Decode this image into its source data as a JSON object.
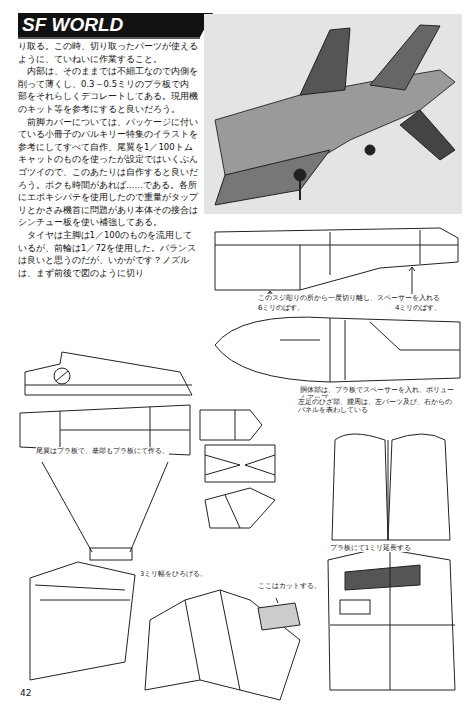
{
  "diagram": {
    "title": "SF WORLD",
    "labels": [
      "り取る。この時、切り取ったパーツが使えるように、ていねいに作業すること。",
      "内部は、そのままでは不細工なので内側を削って薄くし、0.3～0.5ミリのプラ板で内部をそれらしくデコレートしてある。現用機のキット等を参考にすると良いだろう。",
      "前脚カバーについては、パッケージに付いている小冊子のバルキリー特集のイラストを参考にしてすべて自作、尾翼を1／100トムキャットのものを使ったが設定ではいくぶんゴツイので、このあたりは自作すると良いだろう。ボクも時間があれば……である。各所にエポキシパテを使用したので重量がタップリとかさみ機首に問題があり本体その接合はシンチュー板を使い補強してある。",
      "タイヤは主脚は1／100のものを流用しているが、前輪は1／72を使用した。バランスは良いと思うのだが、いかがです？ノズルは、まず前後で図のように切り",
      "このスジ彫りの所から一度切り離し、スペーサーを入れる",
      "6ミリのばす。",
      "4ミリのばす。",
      "胴体部は、プラ板でスペーサーを入れ、ボリュームアップ",
      "左足のひざ部、腰周は、左パーツ及び、右からのパネルを表わしている",
      "尾翼はプラ板で、基部もプラ板にて作る。",
      "プラ板にて1ミリ延長する",
      "ここはカットする。",
      "3ミリ幅をひろげる。",
      "42"
    ]
  }
}
